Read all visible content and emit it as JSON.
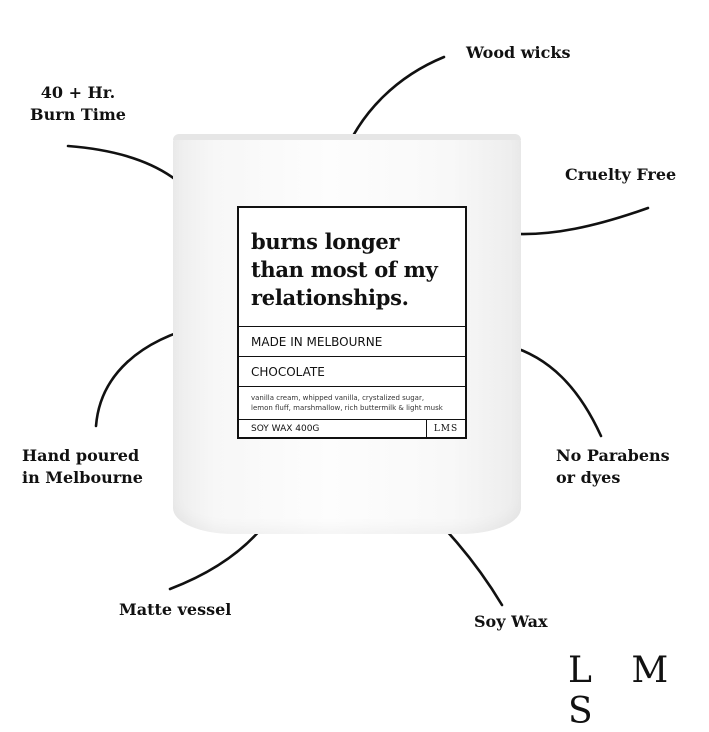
{
  "callouts": {
    "burn_time_line1": "40 +  Hr.",
    "burn_time_line2": "Burn Time",
    "wood_wicks": "Wood wicks",
    "cruelty_free": "Cruelty Free",
    "hand_poured_line1": "Hand poured",
    "hand_poured_line2": "in Melbourne",
    "no_parabens_line1": "No Parabens",
    "no_parabens_line2": "or dyes",
    "matte_vessel": "Matte vessel",
    "soy_wax": "Soy Wax"
  },
  "label": {
    "headline_line1": "burns longer",
    "headline_line2": "than most of my",
    "headline_line3": "relationships.",
    "origin": "MADE IN MELBOURNE",
    "scent": "CHOCOLATE",
    "notes_line1": "vanilla cream, whipped vanilla, crystalized sugar,",
    "notes_line2": "lemon fluff, marshmallow, rich buttermilk & light musk",
    "weight": "SOY WAX 400G",
    "logo": "LMS"
  },
  "brand": "L M S"
}
